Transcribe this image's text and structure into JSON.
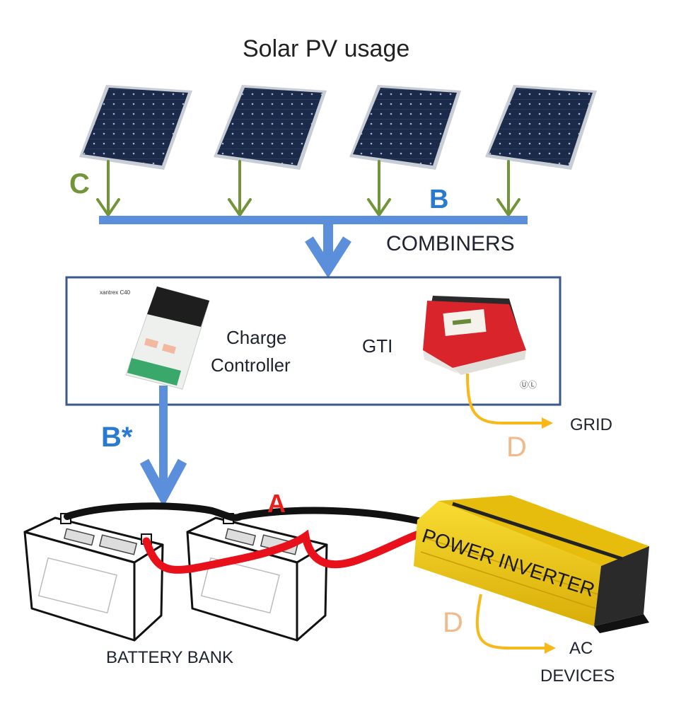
{
  "title": "Solar PV usage",
  "labels": {
    "combiners": "COMBINERS",
    "charge_controller_line1": "Charge",
    "charge_controller_line2": "Controller",
    "gti": "GTI",
    "grid": "GRID",
    "battery_bank": "BATTERY BANK",
    "ac_devices_line1": "AC",
    "ac_devices_line2": "DEVICES",
    "power_inverter": "POWER INVERTER",
    "charge_controller_brand": "xantrex C40"
  },
  "markers": {
    "c": "C",
    "b": "B",
    "b_star": "B*",
    "a": "A",
    "d_grid": "D",
    "d_ac": "D"
  },
  "colors": {
    "panel_arrow": "#73953a",
    "combiner_bus": "#5b8fdc",
    "marker_b": "#2a7ad0",
    "marker_a": "#e8201e",
    "marker_d": "#f3b98a",
    "ac_line": "#f7b81a",
    "box_border": "#3a5a8c",
    "gti_body": "#d8242a",
    "inverter_body": "#f2cc12"
  },
  "panels": [
    {
      "name": "solar-panel-1"
    },
    {
      "name": "solar-panel-2"
    },
    {
      "name": "solar-panel-3"
    },
    {
      "name": "solar-panel-4"
    }
  ]
}
